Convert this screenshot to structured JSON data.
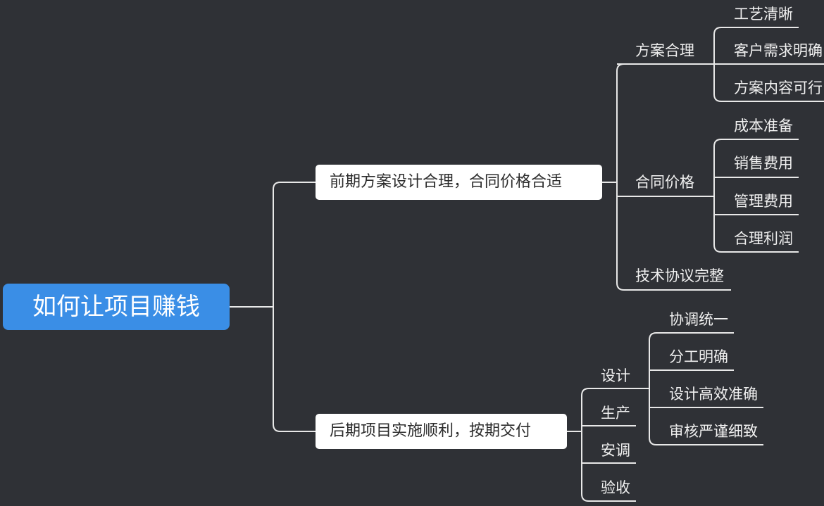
{
  "colors": {
    "background": "#2f3136",
    "root_fill": "#3a8ee6",
    "branch_box": "#ffffff",
    "line": "#e8e8e8"
  },
  "root": {
    "label": "如何让项目赚钱"
  },
  "branches": [
    {
      "label": "前期方案设计合理，合同价格合适",
      "children": [
        {
          "label": "方案合理",
          "children": [
            "工艺清晰",
            "客户需求明确",
            "方案内容可行"
          ]
        },
        {
          "label": "合同价格",
          "children": [
            "成本准备",
            "销售费用",
            "管理费用",
            "合理利润"
          ]
        },
        {
          "label": "技术协议完整",
          "children": []
        }
      ]
    },
    {
      "label": "后期项目实施顺利，按期交付",
      "children": [
        {
          "label": "设计",
          "children": [
            "协调统一",
            "分工明确",
            "设计高效准确",
            "审核严谨细致"
          ]
        },
        {
          "label": "生产",
          "children": []
        },
        {
          "label": "安调",
          "children": []
        },
        {
          "label": "验收",
          "children": []
        }
      ]
    }
  ]
}
